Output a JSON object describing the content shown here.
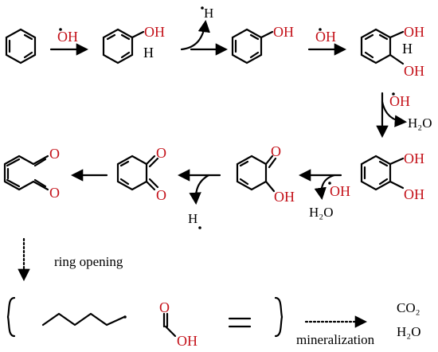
{
  "labels": {
    "oh": "OH",
    "o": "O",
    "h": "H",
    "h2o": "H₂O",
    "co2": "CO₂"
  },
  "annotations": {
    "ring_opening": "ring opening",
    "mineralization": "mineralization"
  },
  "colors": {
    "heteroatom": "#c4121a",
    "bond": "#000000"
  }
}
